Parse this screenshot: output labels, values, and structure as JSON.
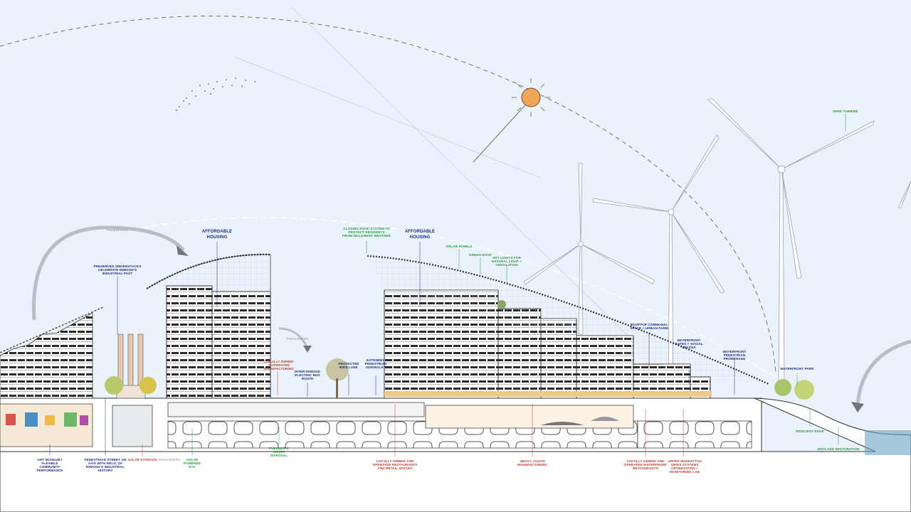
{
  "colors": {
    "sky": "#eaf3fb",
    "label_blue": "#1f2a7a",
    "label_green": "#2a9a3c",
    "label_red": "#c0392b",
    "annotation_gray": "#9aa3ad",
    "sun": "#f2a65a"
  },
  "icons": [
    "sun-icon",
    "wind-turbine-icon",
    "tree-icon",
    "birds-icon"
  ],
  "labels": {
    "affordable_housing_left_1": "AFFORDABLE",
    "affordable_housing_left_2": "HOUSING",
    "affordable_housing_right_1": "AFFORDABLE",
    "affordable_housing_right_2": "HOUSING",
    "facilitates_1": "FACILITATES",
    "facilitates_2": "FACILITATES",
    "facilitates_3": "FACILITATES",
    "smokestacks_1": "PRESERVED SMOKESTACKS",
    "smokestacks_2": "CELEBRATE INWOOD'S",
    "smokestacks_3": "INDUSTRIAL PAST",
    "closing_roof_1": "CLOSING ROOF SYSTEM TO",
    "closing_roof_2": "PROTECT RESIDENTS",
    "closing_roof_3": "FROM INCLEMENT WEATHER",
    "solar_panels": "SOLAR PANELS",
    "green_roof": "GREEN ROOF",
    "sky_lights_1": "SKY LIGHTS FOR",
    "sky_lights_2": "NATURAL LIGHT +",
    "sky_lights_3": "VENTILATION",
    "wind_turbine": "WIND TURBINE",
    "rooftop_1": "ROOFTOP COMMUNAL",
    "rooftop_2": "SPACE + URBAN FARM",
    "waterfront_cafes_1": "WATERFRONT",
    "waterfront_cafes_2": "CAFES + SOCIAL",
    "waterfront_cafes_3": "SPACES",
    "waterfront_promenade_1": "WATERFRONT",
    "waterfront_promenade_2": "PEDESTRIAN",
    "waterfront_promenade_3": "PROMENADE",
    "waterfront_park": "WATERFRONT PARK",
    "locally_owned_manufacturing_1": "LOCALLY OWNED",
    "locally_owned_manufacturing_2": "+ OPERATED",
    "locally_owned_manufacturing_3": "MANUFACTURING",
    "bus_route_1": "INTER-INWOOD",
    "bus_route_2": "ELECTRIC BUS",
    "bus_route_3": "ROUTE",
    "bike_lane_1": "PROTECTED",
    "bike_lane_2": "BIKE LANE",
    "sidewalks_1": "EXTENDED",
    "sidewalks_2": "PEDESTRIAN",
    "sidewalks_3": "SIDEWALKS",
    "art_museum_1": "ART MUSEUM /",
    "art_museum_2": "FLEXIBLE",
    "art_museum_3": "COMMUNITY",
    "art_museum_4": "PERFORMANCE",
    "ped_street_1": "PEDESTRIAN STREET ON",
    "ped_street_2": "AXIS WITH RELIC OF",
    "ped_street_3": "INWOOD'S INDUSTRIAL",
    "ped_street_4": "HISTORY",
    "solar_storage": "SOLAR STORAGE",
    "solar_powered_1": "SOLAR",
    "solar_powered_2": "POWERED",
    "solar_powered_3": "RTA",
    "pneumatic_1": "PNEUMATIC",
    "pneumatic_2": "WASTE",
    "pneumatic_3": "DISPOSAL",
    "restaurants_retail_1": "LOCALLY OWNED AND",
    "restaurants_retail_2": "OPERATED RESTAURANTS",
    "restaurants_retail_3": "AND RETAIL SPACES",
    "heavy_clean_1": "HEAVY, CLEAN",
    "heavy_clean_2": "MANUFACTURING",
    "waterfront_restaurants_1": "LOCALLY OWNED AND",
    "waterfront_restaurants_2": "OPERATED WATERFRONT",
    "waterfront_restaurants_3": "RESTAURANTS",
    "upper_manhattan_1": "UPPER MANHATTAN",
    "upper_manhattan_2": "GRIDS SYSTEMS",
    "upper_manhattan_3": "OPTIMIZATION +",
    "upper_manhattan_4": "MONITORING LAB",
    "resilient_edge": "RESILIENT EDGE",
    "wetland_restoration": "WETLAND RESTORATION"
  }
}
